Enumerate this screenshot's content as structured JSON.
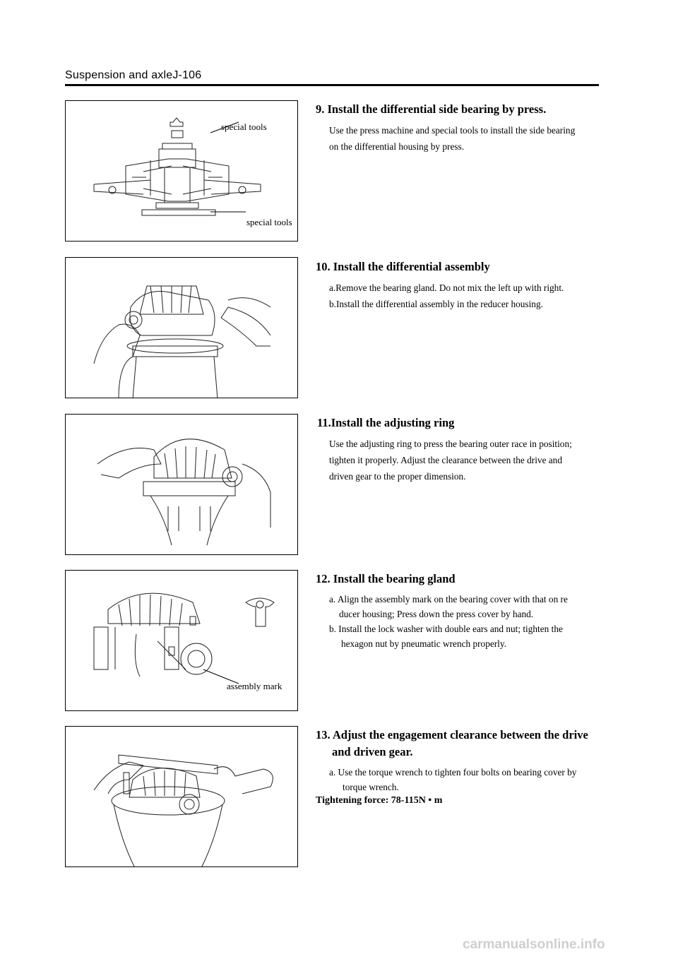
{
  "header": {
    "title": "Suspension and axleJ-106"
  },
  "figures": {
    "fig9": {
      "label_top": "special tools",
      "label_bottom": "special tools"
    },
    "fig12": {
      "label": "assembly mark"
    }
  },
  "steps": {
    "s9": {
      "title": "9. Install the differential side bearing by press.",
      "lines": [
        "Use the press machine and special tools to install the side bearing",
        "on the differential housing by press."
      ]
    },
    "s10": {
      "title": "10. Install the differential assembly",
      "lines": [
        "a.Remove the bearing gland. Do not mix the left up with right.",
        "b.Install the differential assembly in the reducer housing."
      ]
    },
    "s11": {
      "title": "11.Install the adjusting ring",
      "lines": [
        "Use the adjusting ring to press the bearing outer race in position;",
        "tighten it properly. Adjust the clearance between the drive and",
        "driven gear to the proper dimension."
      ]
    },
    "s12": {
      "title": "12. Install the bearing gland",
      "lines": [
        "a. Align the assembly mark on the bearing cover with that on re",
        "ducer housing; Press down the press cover by hand.",
        "b. Install the lock washer with double ears and nut; tighten the",
        "hexagon nut by pneumatic wrench properly."
      ]
    },
    "s13": {
      "title_line1": "13. Adjust the engagement clearance between the drive",
      "title_line2": "and driven gear.",
      "lines": [
        "a. Use the torque wrench to tighten four bolts on bearing cover by",
        "torque wrench."
      ],
      "torque": "Tightening force:    78-115N • m"
    }
  },
  "watermark": "carmanualsonline.info"
}
